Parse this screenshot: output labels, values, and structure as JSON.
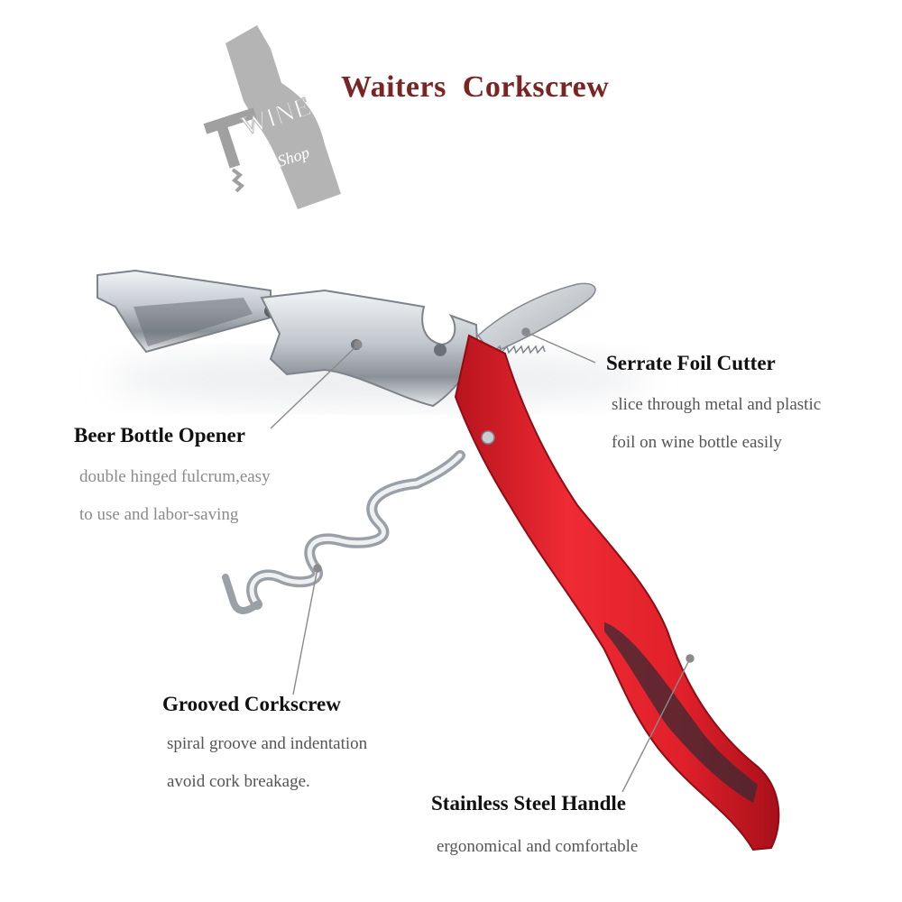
{
  "title": "Waiters  Corkscrew",
  "logo": {
    "line1": "WINE",
    "line2": "Shop"
  },
  "features": {
    "cutter": {
      "title": "Serrate Foil Cutter",
      "desc": [
        "slice through metal and plastic",
        "foil on wine bottle easily"
      ]
    },
    "opener": {
      "title": "Beer Bottle Opener",
      "desc": [
        "double hinged fulcrum,easy",
        "to use and labor-saving"
      ]
    },
    "screw": {
      "title": "Grooved Corkscrew",
      "desc": [
        "spiral groove and indentation",
        "avoid cork breakage."
      ]
    },
    "handle": {
      "title": "Stainless Steel Handle",
      "desc": [
        "ergonomical and comfortable"
      ]
    }
  },
  "colors": {
    "title": "#7a2424",
    "handle_red": "#e0202a",
    "metal": "#c8ccd2",
    "logo_gray": "#b4b4b4"
  }
}
